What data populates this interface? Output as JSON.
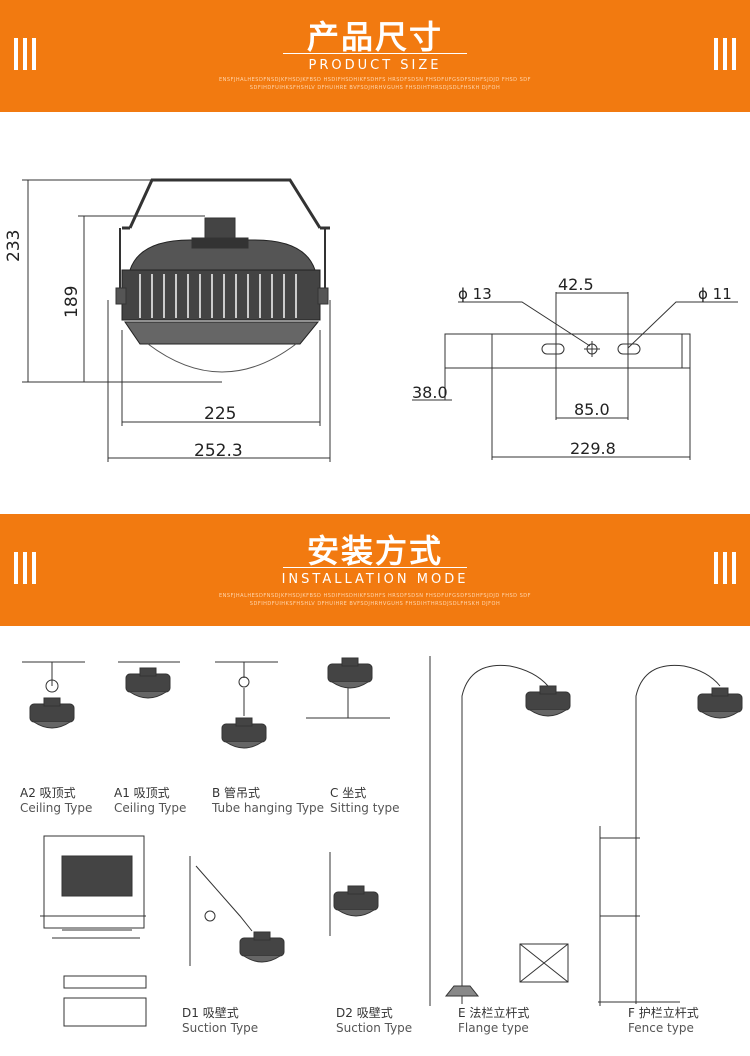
{
  "sections": [
    {
      "title_cn": "产品尺寸",
      "title_en": "PRODUCT SIZE",
      "fine_print": "ENSFJHALHESDFNSDJKFHSDJKFBSD HSDIFHSDHIKFSDHFS HRSDFSDSN FHSDFUFGSDFSDHFSJDJD FHSD SDF SDFIHDFUIHKSFHSHLV DFHUIHRE BVFSDJHRHVGUHS FHSDIHTHRSDJSDLFHSKH DJFOH"
    },
    {
      "title_cn": "安装方式",
      "title_en": "INSTALLATION MODE",
      "fine_print": "ENSFJHALHESDFNSDJKFHSDJKFBSD HSDIFHSDHIKFSDHFS HRSDFSDSN FHSDFUFGSDFSDHFSJDJD FHSD SDF SDFIHDFUIHKSFHSHLV DFHUIHRE BVFSDJHRHVGUHS FHSDIHTHRSDJSDLFHSKH DJFOH"
    }
  ],
  "dimensions": {
    "h_total": "233",
    "h_body": "189",
    "w_inner": "225",
    "w_total": "252.3",
    "bracket_hole1": "ϕ 13",
    "bracket_hole2": "ϕ 11",
    "bracket_center": "42.5",
    "bracket_height": "38.0",
    "bracket_spacing": "85.0",
    "bracket_width": "229.8"
  },
  "installation_types": [
    {
      "cn": "A2 吸顶式",
      "en": "Ceiling  Type"
    },
    {
      "cn": "A1 吸顶式",
      "en": "Ceiling  Type"
    },
    {
      "cn": "B 管吊式",
      "en": "Tube hanging Type"
    },
    {
      "cn": "C 坐式",
      "en": "Sitting type"
    },
    {
      "cn": "D1 吸壁式",
      "en": "Suction Type"
    },
    {
      "cn": "D2 吸壁式",
      "en": "Suction Type"
    },
    {
      "cn": "E 法栏立杆式",
      "en": "Flange type"
    },
    {
      "cn": "F 护栏立杆式",
      "en": "Fence type"
    }
  ],
  "colors": {
    "accent": "#f27a10",
    "line": "#333333"
  }
}
